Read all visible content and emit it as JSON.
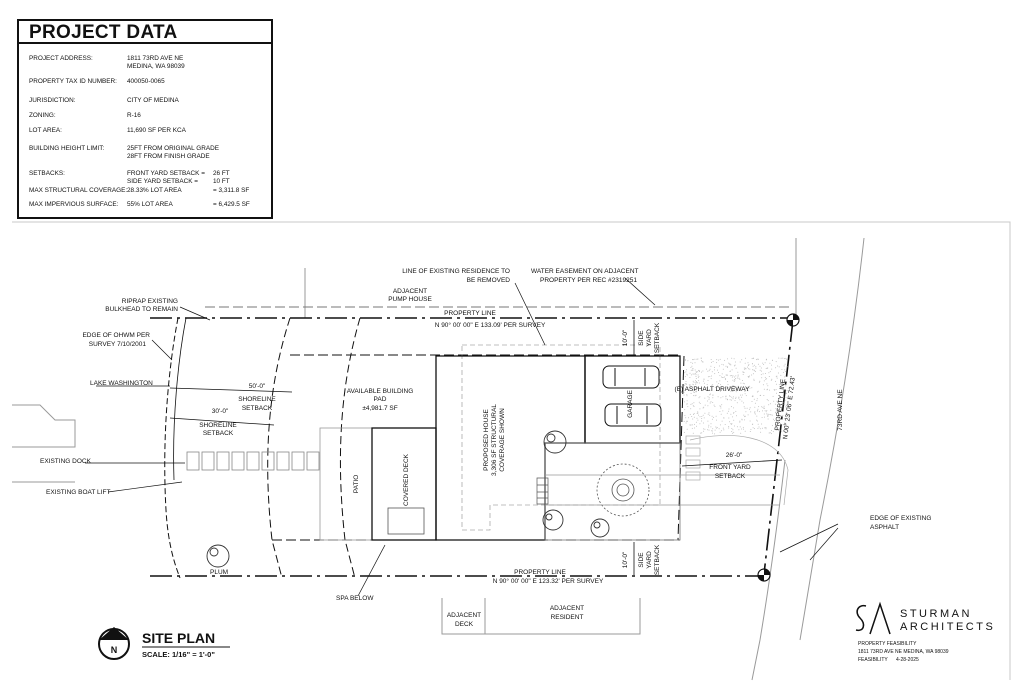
{
  "project_data": {
    "title": "PROJECT DATA",
    "address_label": "PROJECT ADDRESS:",
    "address_line1": "1811 73RD AVE NE",
    "address_line2": "MEDINA, WA 98039",
    "tax_label": "PROPERTY TAX ID NUMBER:",
    "tax_value": "400050-0065",
    "jurisdiction_label": "JURISDICTION:",
    "jurisdiction_value": "CITY OF MEDINA",
    "zoning_label": "ZONING:",
    "zoning_value": "R-16",
    "lot_area_label": "LOT AREA:",
    "lot_area_value": "11,690 SF PER KCA",
    "height_label": "BUILDING HEIGHT LIMIT:",
    "height_line1": "25FT FROM ORIGINAL GRADE",
    "height_line2": "28FT FROM FINISH GRADE",
    "setbacks_label": "SETBACKS:",
    "front_setback_label": "FRONT YARD SETBACK =",
    "front_setback_value": "26 FT",
    "side_setback_label": "SIDE YARD SETBACK =",
    "side_setback_value": "10 FT",
    "coverage_label": "MAX STRUCTURAL COVERAGE:",
    "coverage_value": "28.33% LOT AREA",
    "coverage_sf": "= 3,311.8 SF",
    "impervious_label": "MAX IMPERVIOUS SURFACE:",
    "impervious_value": "55% LOT AREA",
    "impervious_sf": "= 6,429.5 SF"
  },
  "labels": {
    "line_existing_1": "LINE OF EXISTING RESIDENCE TO",
    "line_existing_2": "BE REMOVED",
    "water_easement_1": "WATER EASEMENT ON ADJACENT",
    "water_easement_2": "PROPERTY PER REC #2319251",
    "adjacent_pump_1": "ADJACENT",
    "adjacent_pump_2": "PUMP HOUSE",
    "riprap_1": "RIPRAP EXISTING",
    "riprap_2": "BULKHEAD TO REMAIN",
    "property_line_top_1": "PROPERTY LINE",
    "property_line_top_2": "N 90° 00' 00\" E   133.09' PER SURVEY",
    "ohwm_1": "EDGE OF OHWM PER",
    "ohwm_2": "SURVEY 7/10/2001",
    "side_dim_top": "10'-0\"",
    "side_yard_top_1": "SIDE",
    "side_yard_top_2": "YARD",
    "side_yard_top_3": "SETBACK",
    "lake": "LAKE WASHINGTON",
    "dim_50": "50'-0\"",
    "shoreline_1a": "SHORELINE",
    "shoreline_1b": "SETBACK",
    "dim_30": "30'-0\"",
    "shoreline_2a": "SHORELINE",
    "shoreline_2b": "SETBACK",
    "building_pad_1": "AVAILABLE BUILDING",
    "building_pad_2": "PAD",
    "building_pad_3": "±4,981.7 SF",
    "garage": "GARAGE",
    "asphalt_driveway": "(E) ASPHALT DRIVEWAY",
    "property_line_right_1": "PROPERTY LINE",
    "property_line_right_2": "N 00° 23' 06\" E   72.43'",
    "street": "73RD AVE NE",
    "proposed_1": "PROPOSED HOUSE",
    "proposed_2": "3,306 SF STRUCTURAL",
    "proposed_3": "COVERAGE SHOWN",
    "dim_26": "26'-0\"",
    "front_yard_1": "FRONT YARD",
    "front_yard_2": "SETBACK",
    "existing_dock": "EXISTING DOCK",
    "existing_lift": "EXISTING BOAT LIFT",
    "patio": "PATIO",
    "covered_deck": "COVERED DECK",
    "edge_asphalt_1": "EDGE OF EXISTING",
    "edge_asphalt_2": "ASPHALT",
    "plum": "PLUM",
    "side_dim_bottom": "10'-0\"",
    "side_yard_bot_1": "SIDE",
    "side_yard_bot_2": "YARD",
    "side_yard_bot_3": "SETBACK",
    "property_line_bot_1": "PROPERTY LINE",
    "property_line_bot_2": "N 90° 00' 00\" E   123.32' PER SURVEY",
    "spa_below": "SPA BELOW",
    "adjacent_deck_1": "ADJACENT",
    "adjacent_deck_2": "DECK",
    "adjacent_res_1": "ADJACENT",
    "adjacent_res_2": "RESIDENT"
  },
  "title_block": {
    "north": "N",
    "title": "SITE PLAN",
    "scale": "SCALE: 1/16\" = 1'-0\"",
    "firm_1": "STURMAN",
    "firm_2": "ARCHITECTS",
    "logo_mark": "S/A",
    "project_name": "PROPERTY FEASIBILITY",
    "project_address": "1811 73RD AVE NE    MEDINA, WA 98039",
    "phase": "FEASIBILITY",
    "date": "4-28-2025"
  },
  "colors": {
    "ink": "#111111",
    "light": "#9a9a9a",
    "paper": "#ffffff"
  }
}
